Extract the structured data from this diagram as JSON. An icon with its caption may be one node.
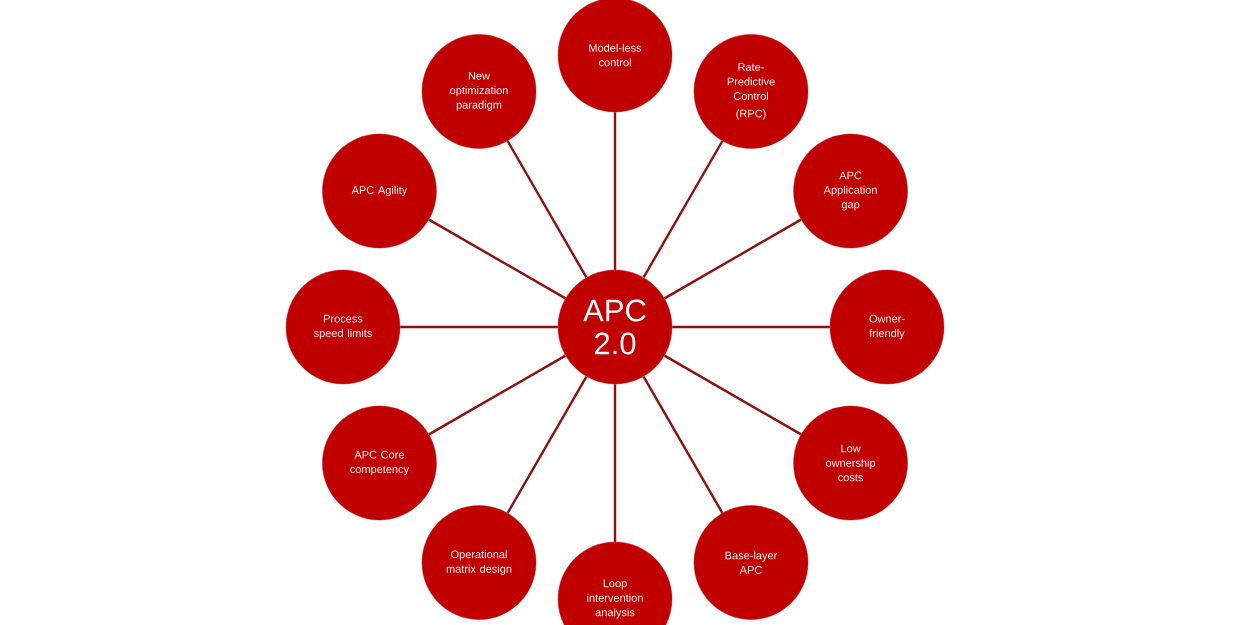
{
  "diagram": {
    "nodes": [
      {
        "text": [
          "APC 2.0"
        ]
      },
      {
        "text": [
          "Model-less control"
        ]
      },
      {
        "text": [
          "Rate-Predictive Control",
          "(RPC)"
        ]
      },
      {
        "text": [
          "APC Application gap"
        ]
      },
      {
        "text": [
          "Owner-friendly"
        ]
      },
      {
        "text": [
          "Low ownership costs"
        ]
      },
      {
        "text": [
          "Base-layer APC"
        ]
      },
      {
        "text": [
          "Loop intervention analysis"
        ]
      },
      {
        "text": [
          "Operational matrix design"
        ]
      },
      {
        "text": [
          "APC Core competency"
        ]
      },
      {
        "text": [
          "Process speed limits"
        ]
      },
      {
        "text": [
          "APC Agility"
        ]
      },
      {
        "text": [
          "New optimization paradigm"
        ]
      }
    ],
    "edges": [
      {
        "from": 0,
        "to": 1,
        "arrow": "none"
      },
      {
        "from": 0,
        "to": 2,
        "arrow": "none"
      },
      {
        "from": 0,
        "to": 3,
        "arrow": "none"
      },
      {
        "from": 0,
        "to": 4,
        "arrow": "none"
      },
      {
        "from": 0,
        "to": 5,
        "arrow": "none"
      },
      {
        "from": 0,
        "to": 6,
        "arrow": "none"
      },
      {
        "from": 0,
        "to": 7,
        "arrow": "none"
      },
      {
        "from": 0,
        "to": 8,
        "arrow": "none"
      },
      {
        "from": 0,
        "to": 9,
        "arrow": "none"
      },
      {
        "from": 0,
        "to": 10,
        "arrow": "none"
      },
      {
        "from": 0,
        "to": 11,
        "arrow": "none"
      },
      {
        "from": 0,
        "to": 12,
        "arrow": "none"
      }
    ]
  }
}
